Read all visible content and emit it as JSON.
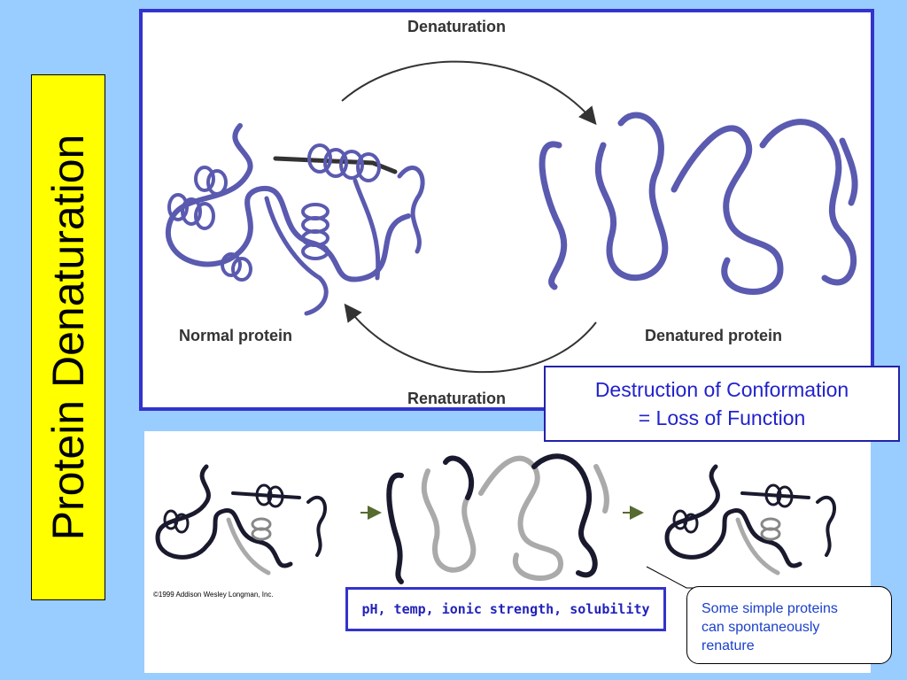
{
  "slide": {
    "title": "Protein Denaturation"
  },
  "diagram": {
    "top_label": "Denaturation",
    "bottom_label": "Renaturation",
    "left_caption": "Normal protein",
    "right_caption": "Denatured protein",
    "ribbon_color": "#5a5ab0",
    "arrow_color": "#333333"
  },
  "callout": {
    "line1": "Destruction of Conformation",
    "line2": "= Loss of Function",
    "color": "#2222cc"
  },
  "bottom_figure": {
    "copyright": "©1999 Addison Wesley Longman, Inc.",
    "conditions": "pH, temp, ionic strength, solubility"
  },
  "note": {
    "line1": "Some simple proteins",
    "line2": "can spontaneously",
    "line3": "renature"
  }
}
